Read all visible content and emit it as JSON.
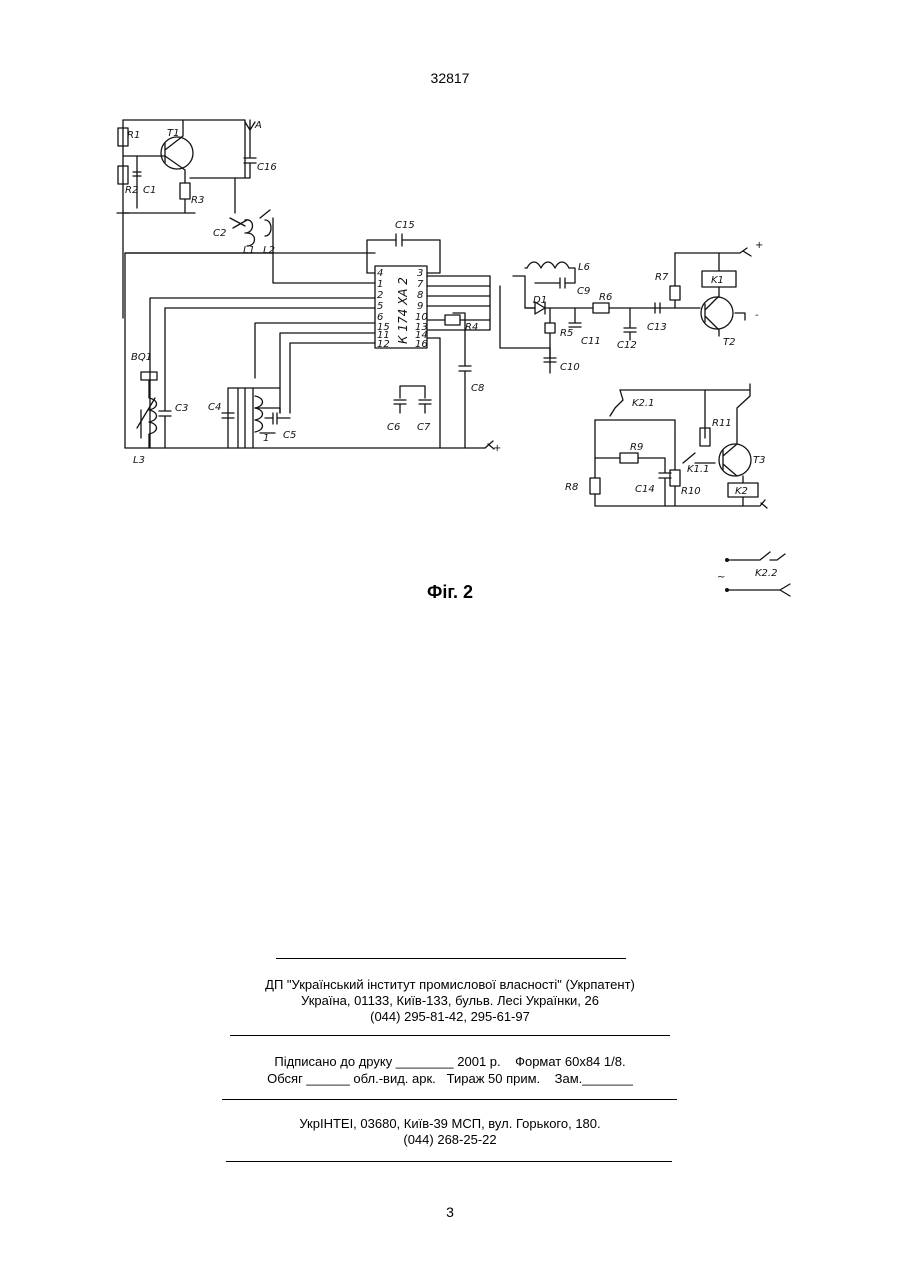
{
  "header": {
    "doc_number": "32817"
  },
  "figure": {
    "caption": "Фіг. 2",
    "labels": {
      "R1": "R1",
      "T1": "T1",
      "A": "A",
      "C16": "C16",
      "R2": "R2",
      "C1": "C1",
      "R3": "R3",
      "C2": "C2",
      "L1": "L1",
      "L2": "L2",
      "C15": "C15",
      "chip": "К 174 ХА 2",
      "L6": "L6",
      "C9": "C9",
      "D1": "D1",
      "R6": "R6",
      "R5": "R5",
      "C11": "C11",
      "C12": "C12",
      "C13": "C13",
      "C10": "C10",
      "R4": "R4",
      "R7": "R7",
      "K1": "K1",
      "T2": "T2",
      "BQ1": "BQ1",
      "C3": "C3",
      "C4": "C4",
      "C5": "C5",
      "L3": "L3",
      "C8": "C8",
      "C6": "C6",
      "C7": "C7",
      "K2_1": "K2.1",
      "R11": "R11",
      "R9": "R9",
      "T3": "T3",
      "R8": "R8",
      "C14": "C14",
      "K1_1": "K1.1",
      "R10": "R10",
      "K2": "K2",
      "K2_2": "K2.2",
      "plus": "+",
      "minus": "-",
      "tilde": "~",
      "one": "1"
    },
    "pins_left": [
      "4",
      "1",
      "2",
      "5",
      "6",
      "15",
      "11",
      "12"
    ],
    "pins_right": [
      "3",
      "7",
      "8",
      "9",
      "10",
      "13",
      "14",
      "16"
    ]
  },
  "publisher": {
    "name": "ДП \"Український інститут промислової власності\" (Укрпатент)",
    "address": "Україна, 01133, Київ-133, бульв. Лесі Українки, 26",
    "phones": "(044) 295-81-42, 295-61-97"
  },
  "print_info": {
    "line1": "Підписано до друку ________ 2001 р.    Формат 60х84 1/8.",
    "line2": "Обсяг ______ обл.-вид. арк.   Тираж 50 прим.    Зам._______"
  },
  "printer": {
    "address": "УкрІНТЕІ, 03680, Київ-39 МСП, вул. Горького, 180.",
    "phones": "(044) 268-25-22"
  },
  "footer": {
    "page_number": "3"
  }
}
